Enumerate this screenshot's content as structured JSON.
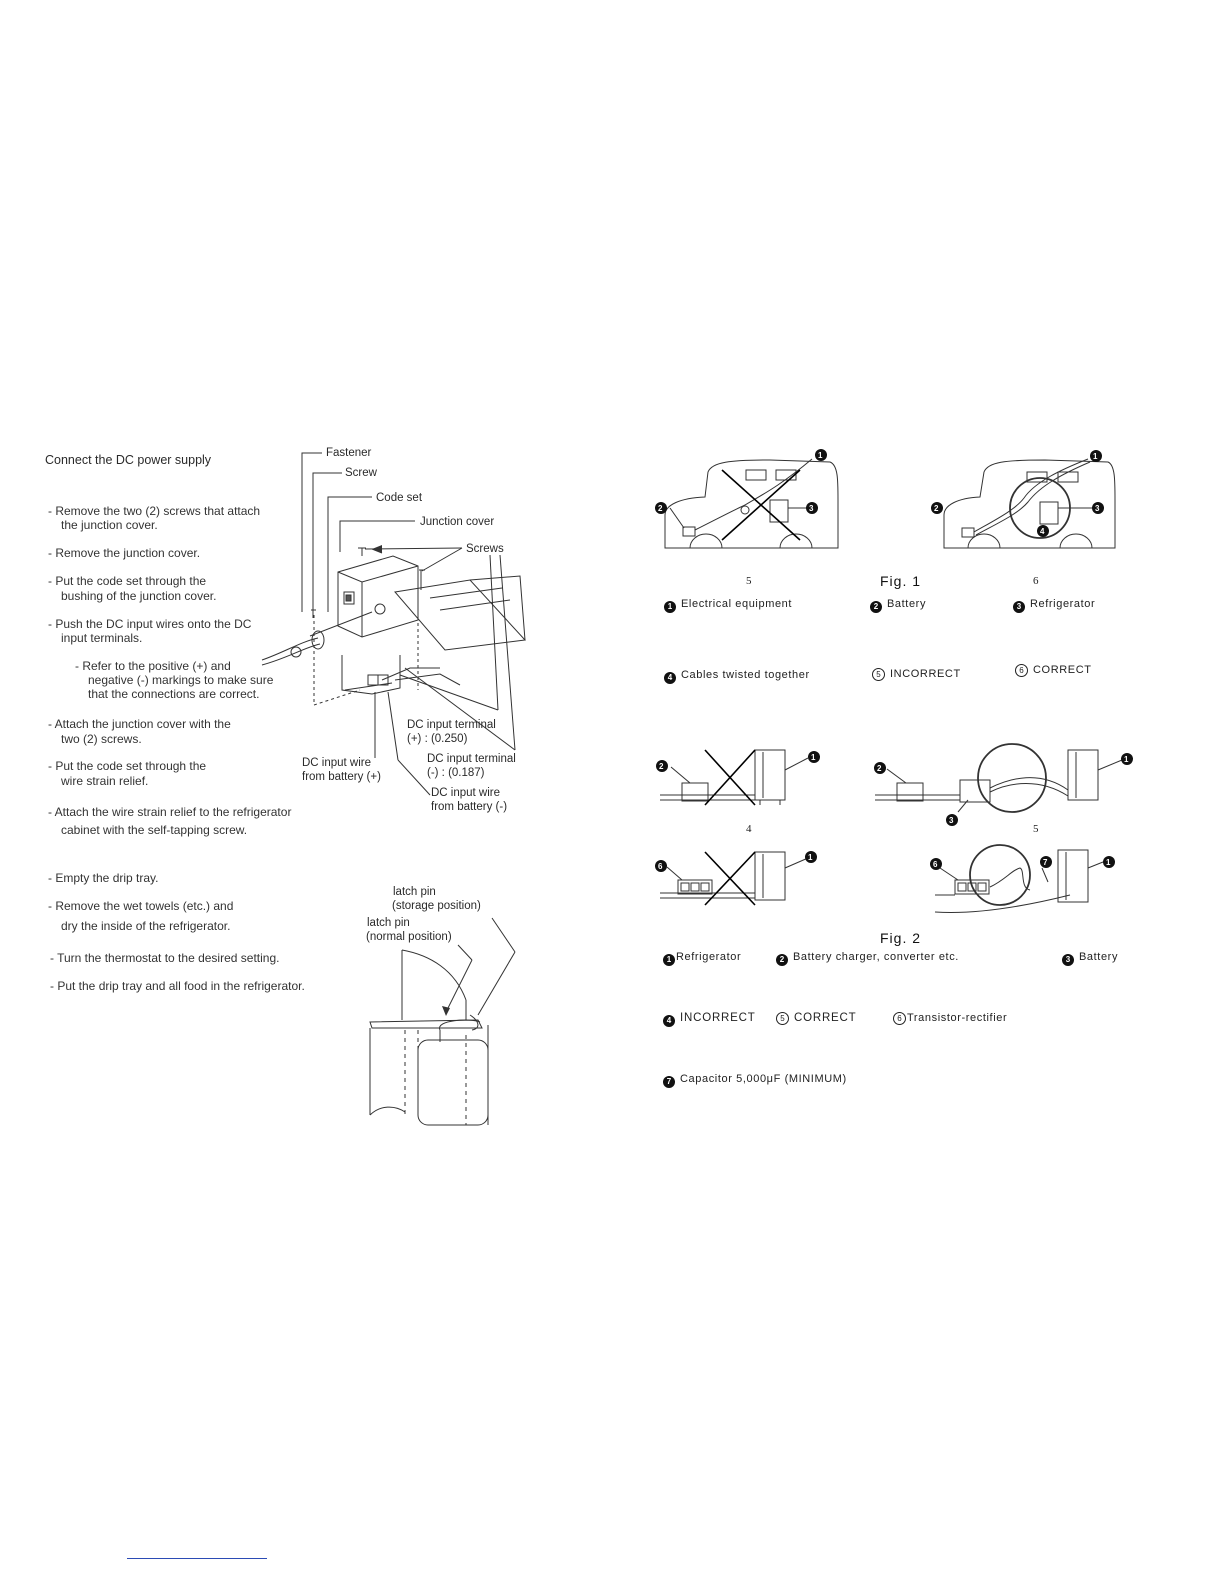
{
  "left_column": {
    "heading": "Connect the DC power supply",
    "steps": [
      "- Remove the two (2) screws that attach",
      "the junction cover.",
      "- Remove the junction cover.",
      "- Put the  code set  through the",
      "bushing of the junction cover.",
      "- Push the DC input wires onto the DC",
      "input terminals.",
      "- Refer to the positive (+) and",
      "negative (-) markings to make sure",
      "that the connections are correct.",
      "- Attach the junction cover with the",
      "two (2) screws.",
      "- Put the  code  set  through the",
      "wire strain relief.",
      "- Attach the wire strain relief to the refrigerator",
      "cabinet with the self-tapping screw."
    ],
    "steps2": [
      "- Empty the drip tray.",
      "- Remove the wet towels (etc.) and",
      "dry the inside of the refrigerator.",
      "- Turn the thermostat to the desired setting.",
      "- Put the drip tray and all food in the refrigerator."
    ]
  },
  "junction_diagram": {
    "labels": {
      "fastener": "Fastener",
      "screw": "Screw",
      "code_set": "Code set",
      "junction_cover": "Junction cover",
      "screws": "Screws",
      "dc_pos_terminal_1": "DC input terminal",
      "dc_pos_terminal_2": "(+) : (0.250)",
      "dc_wire_pos_1": "DC input wire",
      "dc_wire_pos_2": "from battery (+)",
      "dc_neg_terminal_1": "DC input terminal",
      "dc_neg_terminal_2": "(-) : (0.187)",
      "dc_wire_neg_1": "DC input wire",
      "dc_wire_neg_2": "from battery (-)"
    }
  },
  "latch_diagram": {
    "storage_1": "latch pin",
    "storage_2": "(storage position)",
    "normal_1": "latch pin",
    "normal_2": "(normal position)"
  },
  "figure1": {
    "title": "Fig. 1",
    "page_left": "5",
    "page_right": "6",
    "legend": [
      {
        "num": "1",
        "text": "Electrical  equipment"
      },
      {
        "num": "2",
        "text": "Battery"
      },
      {
        "num": "3",
        "text": "Refrigerator"
      },
      {
        "num": "4",
        "text": "Cables  twisted  together"
      },
      {
        "num": "5",
        "text": "INCORRECT"
      },
      {
        "num": "6",
        "text": "CORRECT"
      }
    ]
  },
  "figure2": {
    "title": "Fig. 2",
    "page_left": "4",
    "page_right": "5",
    "legend": [
      {
        "num": "1",
        "text": "Refrigerator"
      },
      {
        "num": "2",
        "text": "Battery  charger,  converter  etc."
      },
      {
        "num": "3",
        "text": "Battery"
      },
      {
        "num": "4",
        "text": "INCORRECT"
      },
      {
        "num": "5",
        "text": "CORRECT"
      },
      {
        "num": "6",
        "text": "Transistor-rectifier"
      },
      {
        "num": "7",
        "text": "Capacitor  5,000μF  (MINIMUM)"
      }
    ]
  }
}
